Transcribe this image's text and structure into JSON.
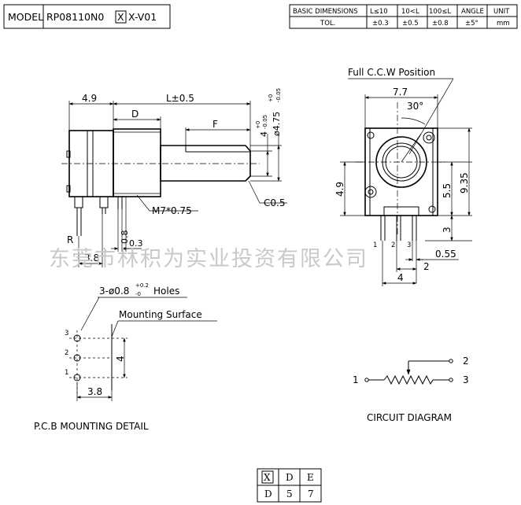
{
  "header": {
    "model_label": "MODEL",
    "model_prefix": "RP08110N0",
    "model_box": "X",
    "model_suffix": "X-V01",
    "table_cols": [
      "BASIC DIMENSIONS",
      "L≤10",
      "10<L",
      "100≤L",
      "ANGLE",
      "UNIT"
    ],
    "table_vals": [
      "TOL.",
      "±0.3",
      "±0.5",
      "±0.8",
      "±5°",
      "mm"
    ]
  },
  "side_view": {
    "dim_49": "4.9",
    "dim_L": "L±0.5",
    "dim_D": "D",
    "dim_F": "F",
    "dim_4": "4",
    "dim_4_tol": "+0\n-0.05",
    "dim_475": "ø4.75",
    "dim_475_tol": "+0\n-0.05",
    "thread": "M7*0.75",
    "chamfer": "C0.5",
    "dim_08": "0.8",
    "dim_03": "0.3",
    "dim_38": "3.8",
    "r_label": "R"
  },
  "front_view": {
    "title": "Full C.C.W Position",
    "dim_77": "7.7",
    "angle": "30°",
    "dim_49": "4.9",
    "dim_55": "5.5",
    "dim_935": "9.35",
    "dim_3": "3",
    "dim_055": "0.55",
    "dim_2": "2",
    "dim_4": "4",
    "pins": [
      "1",
      "2",
      "3"
    ]
  },
  "pcb": {
    "holes": "3-ø0.8",
    "holes_tol": "+0.2\n-0",
    "holes_suffix": "Holes",
    "surface": "Mounting Surface",
    "dim_4": "4",
    "dim_38": "3.8",
    "pins": [
      "3",
      "2",
      "1"
    ],
    "caption": "P.C.B MOUNTING DETAIL"
  },
  "circuit": {
    "pin1": "1",
    "pin2": "2",
    "pin3": "3",
    "caption": "CIRCUIT DIAGRAM"
  },
  "variant_table": {
    "cols": [
      "X",
      "D",
      "E"
    ],
    "vals": [
      "D",
      "5",
      "7"
    ]
  },
  "watermark": "东莞市林积为实业投资有限公司"
}
